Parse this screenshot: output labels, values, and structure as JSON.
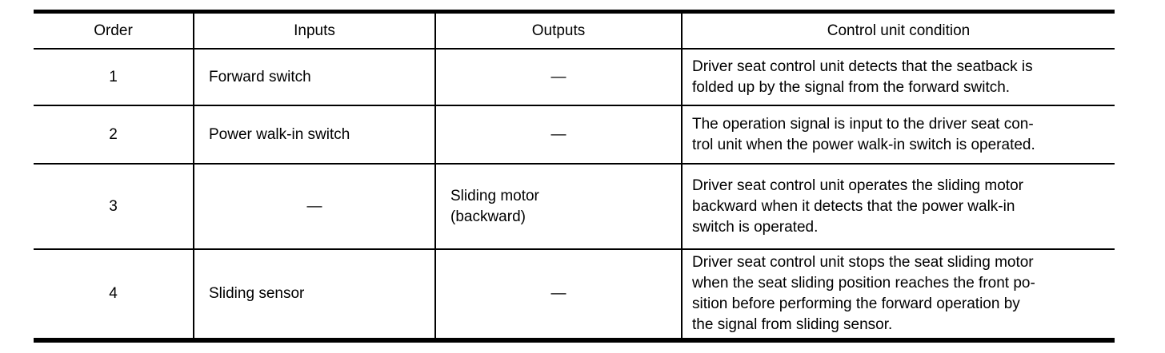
{
  "colors": {
    "background": "#ffffff",
    "text": "#000000",
    "border": "#000000"
  },
  "table": {
    "headers": [
      "Order",
      "Inputs",
      "Outputs",
      "Control unit condition"
    ],
    "rows": [
      {
        "order": "1",
        "inputs": "Forward switch",
        "outputs": "—",
        "condition": "Driver seat control unit detects that the seatback is\nfolded up by the signal from the forward switch."
      },
      {
        "order": "2",
        "inputs": "Power walk-in switch",
        "outputs": "—",
        "condition": "The operation signal is input to the driver seat con-\ntrol unit when the power walk-in switch is operated."
      },
      {
        "order": "3",
        "inputs": "—",
        "outputs": "Sliding motor\n(backward)",
        "condition": "Driver seat control unit operates the sliding motor\nbackward when it detects that the power walk-in\nswitch is operated."
      },
      {
        "order": "4",
        "inputs": "Sliding sensor",
        "outputs": "—",
        "condition": "Driver seat control unit stops the seat sliding motor\nwhen the seat sliding position reaches the front po-\nsition before performing the forward operation by\nthe signal from sliding sensor."
      }
    ]
  }
}
